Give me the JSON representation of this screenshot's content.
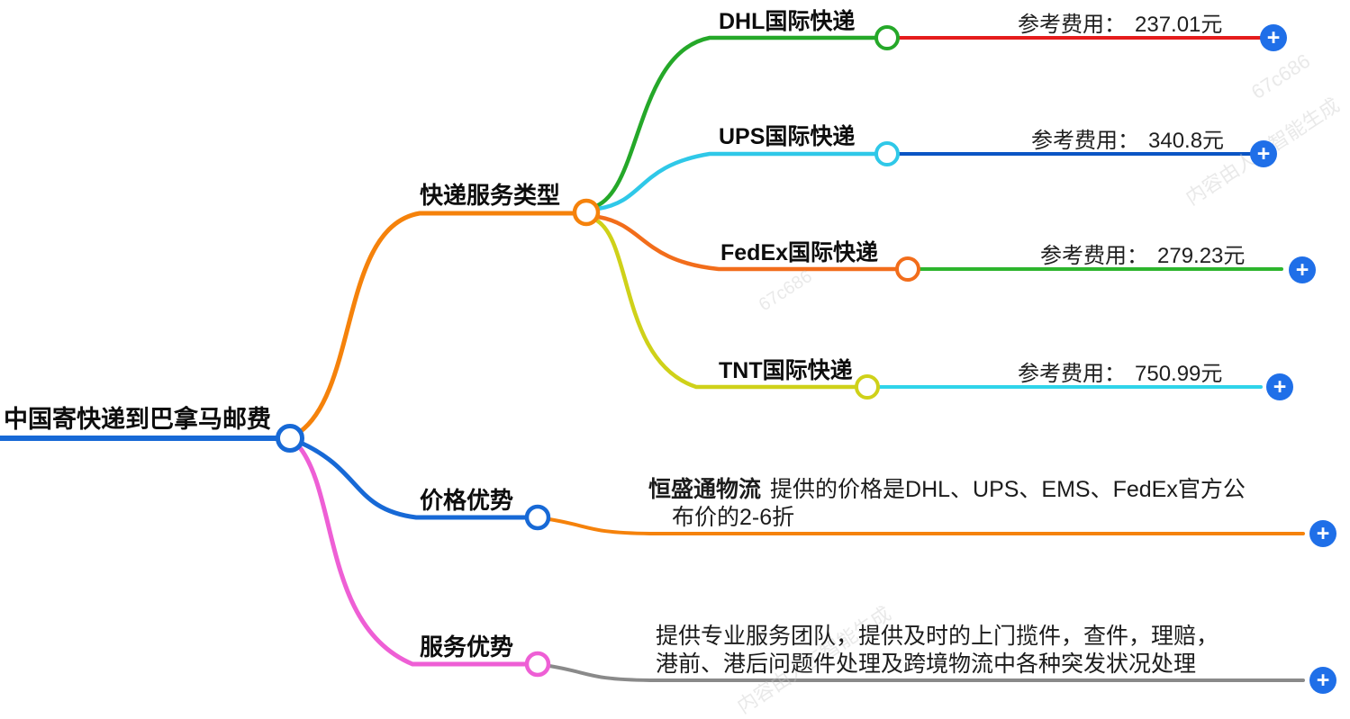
{
  "title": "中国寄快递到巴拿马邮费",
  "icons": {
    "plus": "+"
  },
  "colors": {
    "root_blue": "#1769d6",
    "branch_orange": "#f5820b",
    "price_blue": "#1769d6",
    "service_magenta": "#ee5fd5",
    "dhl_green": "#25a829",
    "ups_cyan": "#2fc8e8",
    "fedex_orange": "#f26d1b",
    "tnt_yellow": "#cfd119",
    "fee_line_red": "#e51c1c",
    "fee_line_blue": "#0b55c4",
    "fee_line_green": "#2db52d",
    "fee_line_cyan": "#2fd4ea",
    "service_gray": "#8a8a8a",
    "plus_blue": "#1f6fe8"
  },
  "root": {
    "label": "中国寄快递到巴拿马邮费"
  },
  "branches": {
    "service_types": {
      "label": "快递服务类型",
      "children": [
        {
          "name": "DHL国际快递",
          "fee_label": "参考费用：",
          "fee": "237.01元"
        },
        {
          "name": "UPS国际快递",
          "fee_label": "参考费用：",
          "fee": "340.8元"
        },
        {
          "name": "FedEx国际快递",
          "fee_label": "参考费用：",
          "fee": "279.23元"
        },
        {
          "name": "TNT国际快递",
          "fee_label": "参考费用：",
          "fee": "750.99元"
        }
      ]
    },
    "price": {
      "label": "价格优势",
      "brand": "恒盛通物流",
      "line1_rest": "提供的价格是DHL、UPS、EMS、FedEx官方公",
      "line2": "布价的2-6折"
    },
    "service": {
      "label": "服务优势",
      "line1": "提供专业服务团队，提供及时的上门揽件，查件，理赔，",
      "line2": "港前、港后问题件处理及跨境物流中各种突发状况处理"
    }
  },
  "watermark": {
    "id": "67c686",
    "text": "内容由人工智能生成"
  }
}
